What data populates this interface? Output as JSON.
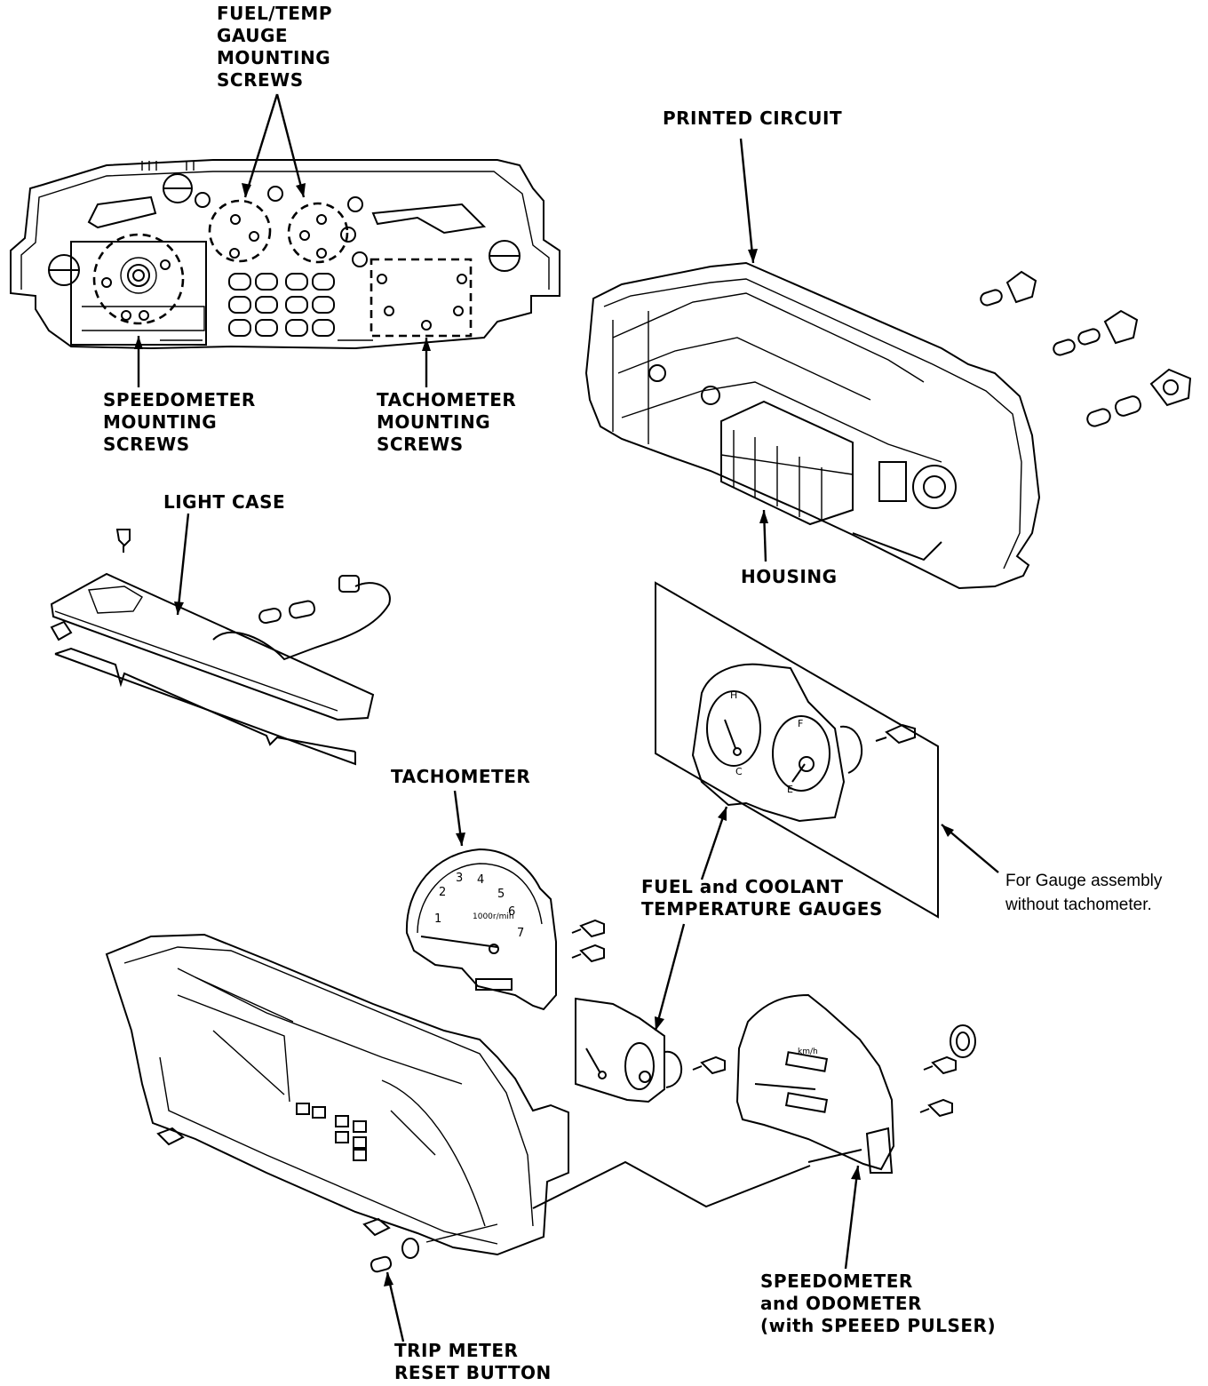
{
  "labels": {
    "fuel_temp_mounting": [
      "FUEL/TEMP",
      "GAUGE",
      "MOUNTING",
      "SCREWS"
    ],
    "printed_circuit": [
      "PRINTED CIRCUIT"
    ],
    "speedometer_mounting": [
      "SPEEDOMETER",
      "MOUNTING",
      "SCREWS"
    ],
    "tachometer_mounting": [
      "TACHOMETER",
      "MOUNTING",
      "SCREWS"
    ],
    "light_case": [
      "LIGHT CASE"
    ],
    "housing": [
      "HOUSING"
    ],
    "tachometer": [
      "TACHOMETER"
    ],
    "fuel_coolant": [
      "FUEL and COOLANT",
      "TEMPERATURE GAUGES"
    ],
    "speedometer_odometer": [
      "SPEEDOMETER",
      "and ODOMETER",
      "(with SPEEED PULSER)"
    ],
    "trip_meter": [
      "TRIP METER",
      "RESET BUTTON"
    ]
  },
  "note": [
    "For Gauge assembly",
    "without  tachometer."
  ],
  "dial_marks": {
    "tach_numbers": [
      "1",
      "2",
      "3",
      "4",
      "5",
      "6",
      "7"
    ],
    "tach_unit": "1000r/min",
    "temp_hot": "H",
    "temp_cold": "C",
    "fuel_full": "F",
    "fuel_empty": "E",
    "speedo_unit": "km/h"
  }
}
